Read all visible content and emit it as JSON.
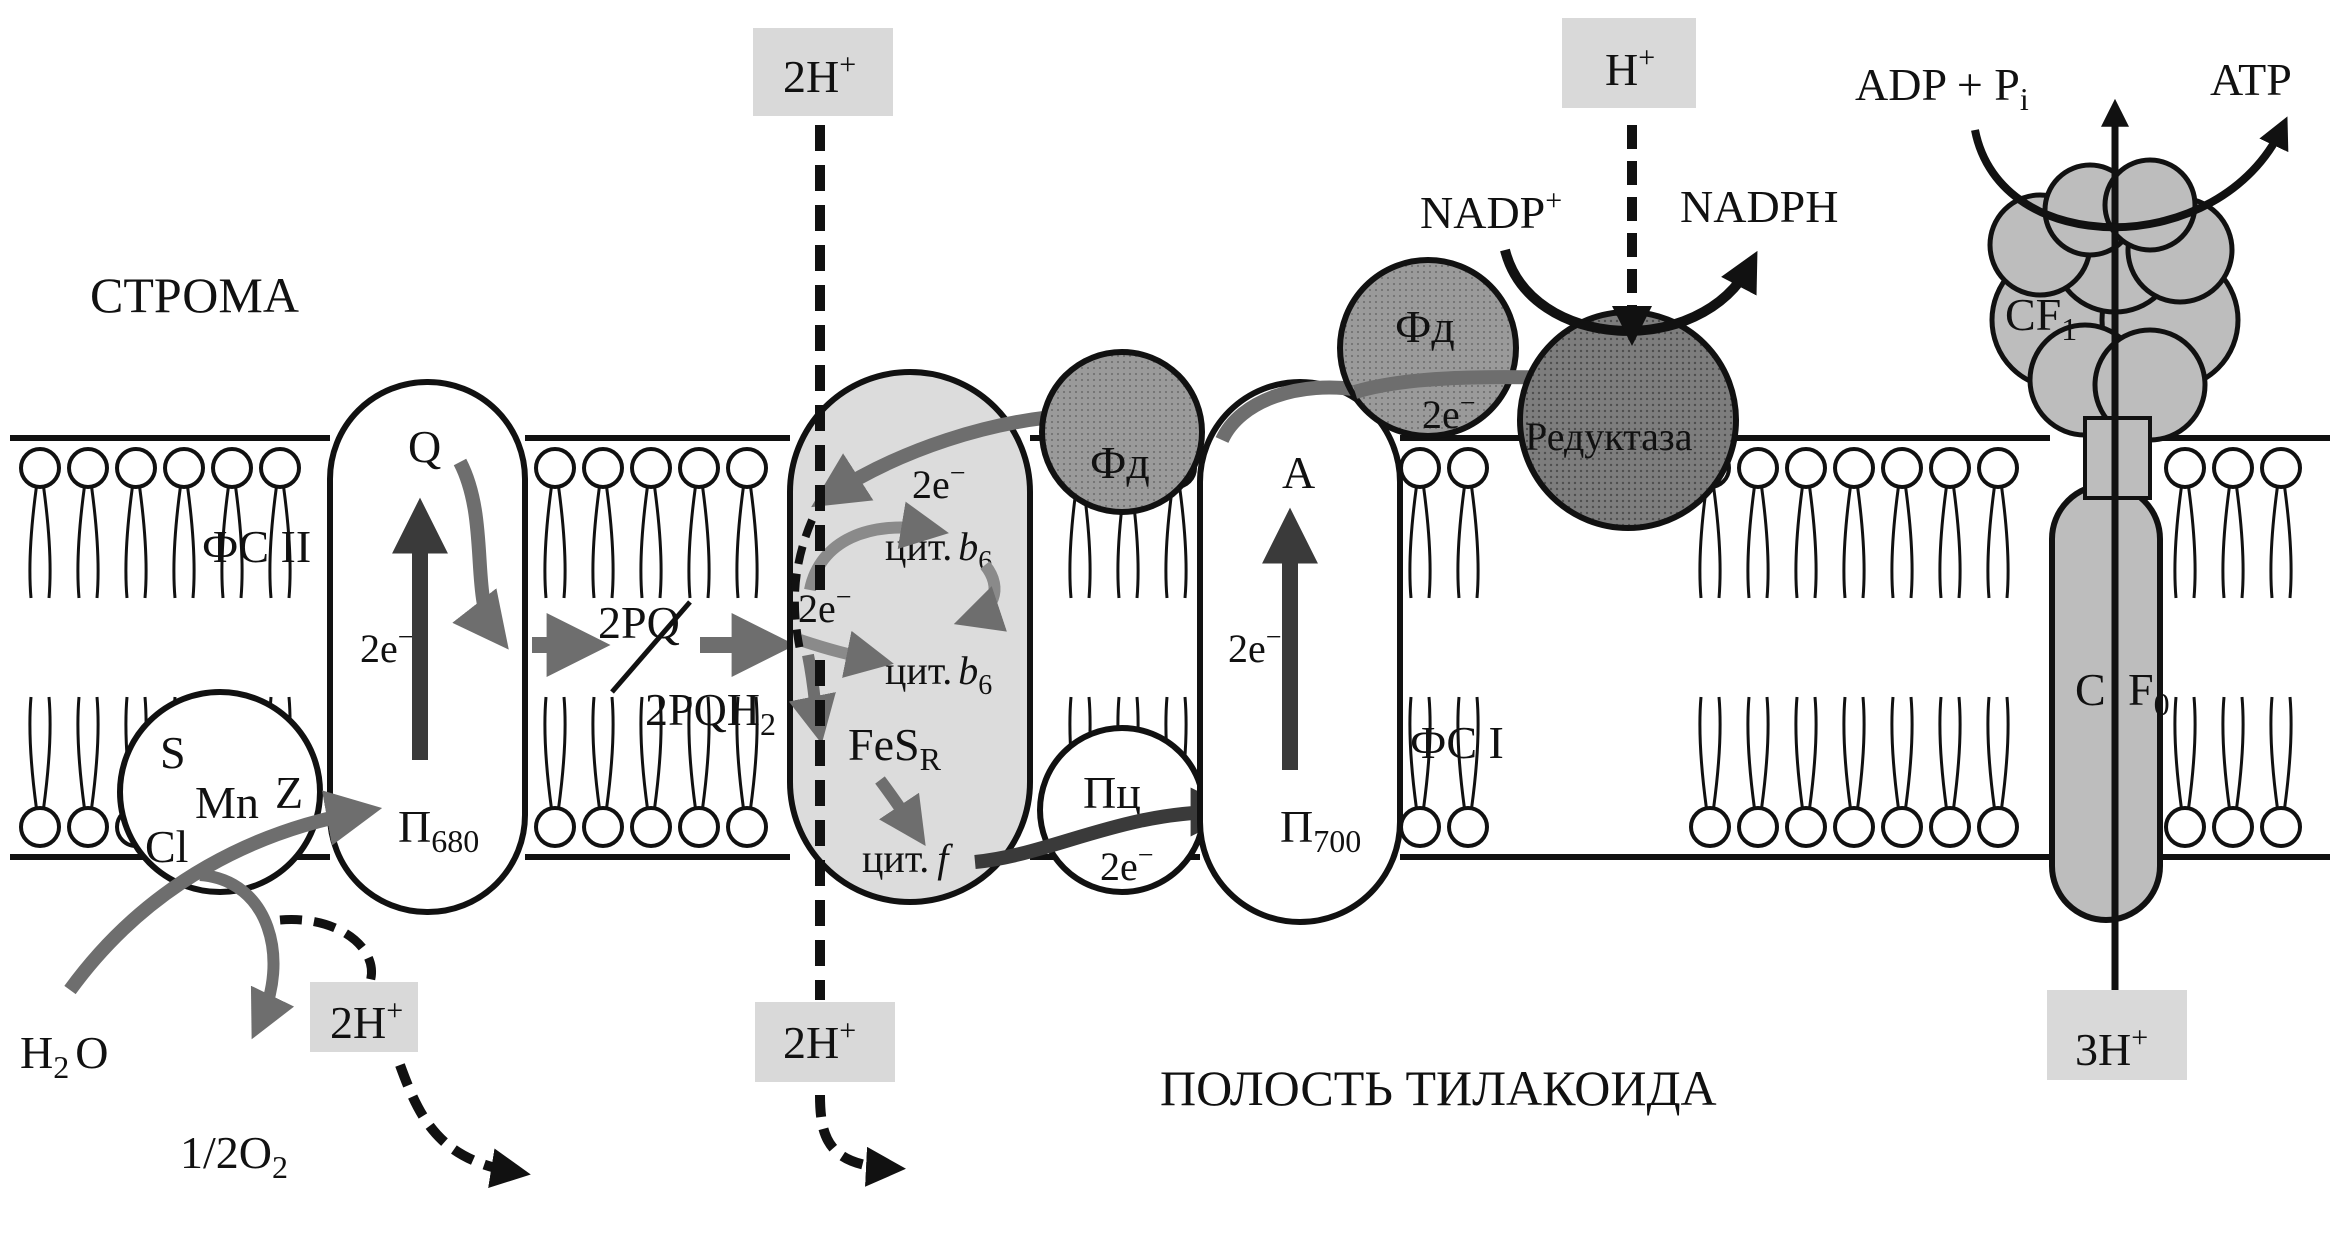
{
  "regions": {
    "stroma": "СТРОМА",
    "lumen": "ПОЛОСТЬ ТИЛАКОИДА"
  },
  "psii": {
    "label": "ФС II",
    "q": "Q",
    "p680_main": "П",
    "p680_sub": "680",
    "electrons": "2e",
    "electrons_sup": "−"
  },
  "oec": {
    "s": "S",
    "mn": "Mn",
    "z": "Z",
    "cl": "Cl"
  },
  "water": {
    "h2o_h": "H",
    "h2o_sub": "2",
    "h2o_o": "O",
    "o2": "1/2O",
    "o2_sub": "2"
  },
  "pq": {
    "top": "2PQ",
    "bottom_main": "2PQH",
    "bottom_sub": "2"
  },
  "cytochrome": {
    "e_top": "2e",
    "cyt_b6_1_main": "цит.",
    "cyt_b6_1_b": "b",
    "cyt_b6_1_sub": "6",
    "e_mid": "2e",
    "cyt_b6_2_main": "цит.",
    "cyt_b6_2_b": "b",
    "cyt_b6_2_sub": "6",
    "fes_main": "FeS",
    "fes_sub": "R",
    "cyt_f_main": "цит.",
    "cyt_f_letter": "f",
    "e_sup": "−"
  },
  "fd_membrane": "Фд",
  "pc": {
    "label": "Пц",
    "electrons": "2e",
    "electrons_sup": "−"
  },
  "psi": {
    "label": "ФС I",
    "a": "A",
    "p700_main": "П",
    "p700_sub": "700",
    "electrons": "2e",
    "electrons_sup": "−"
  },
  "ferredoxin": {
    "label": "Фд",
    "electrons": "2e",
    "electrons_sup": "−"
  },
  "reductase": "Редуктаза",
  "nadp": {
    "in_main": "NADP",
    "in_sup": "+",
    "out": "NADPH"
  },
  "atp_synthase": {
    "cf1_main": "CF",
    "cf1_sub": "1",
    "cf0_c": "C",
    "cf0_f": "F",
    "cf0_sub": "0",
    "adp": "ADP + P",
    "adp_sub": "i",
    "atp": "ATP"
  },
  "protons": {
    "stroma_cyt": "2H",
    "lumen_cyt": "2H",
    "lumen_psii": "2H",
    "stroma_reductase": "H",
    "lumen_atp": "3H",
    "sup": "+"
  },
  "colors": {
    "membrane_line": "#111111",
    "complex_fill": "#ffffff",
    "cytochrome_fill": "#dcdcdc",
    "ferredoxin_fill": "#9a9a9a",
    "reductase_fill": "#7f7f7f",
    "atp_synthase_fill": "#bdbdbd",
    "proton_box": "#d9d9d9",
    "flow_arrow": "#6e6e6e"
  }
}
